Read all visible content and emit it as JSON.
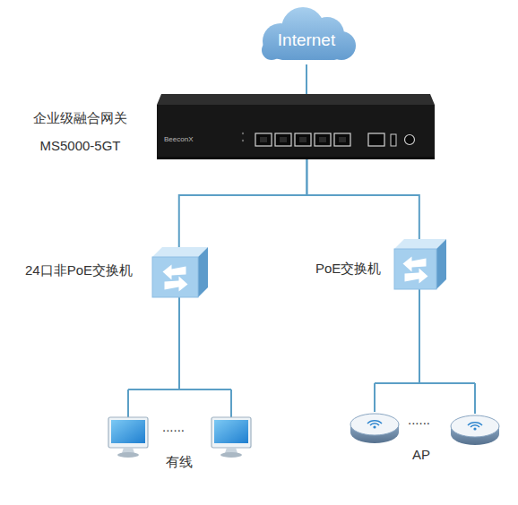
{
  "diagram": {
    "nodes": [
      {
        "text": [
          "Internet"
        ]
      },
      {
        "text": [
          "企业级融合网关 MS5000-5GT",
          "BeeconX"
        ]
      },
      {
        "text": [
          "24口非PoE交换机"
        ]
      },
      {
        "text": [
          "PoE交换机"
        ]
      }
    ],
    "edges": [
      {
        "from": 0,
        "to": 1,
        "arrow": "none"
      },
      {
        "from": 1,
        "to": 2,
        "arrow": "none"
      },
      {
        "from": 1,
        "to": 3,
        "arrow": "none"
      }
    ],
    "labels": [
      "......",
      "有线",
      "......",
      "AP"
    ]
  }
}
